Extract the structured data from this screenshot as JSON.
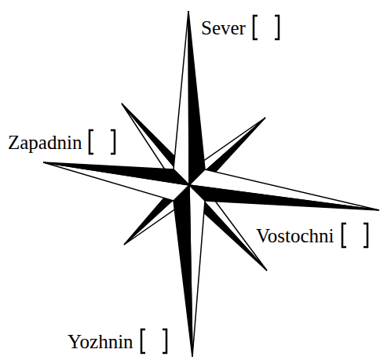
{
  "diagram": {
    "labels": [
      "Sever",
      "Zapadnin",
      "Vostochni",
      "Yozhnin"
    ]
  }
}
